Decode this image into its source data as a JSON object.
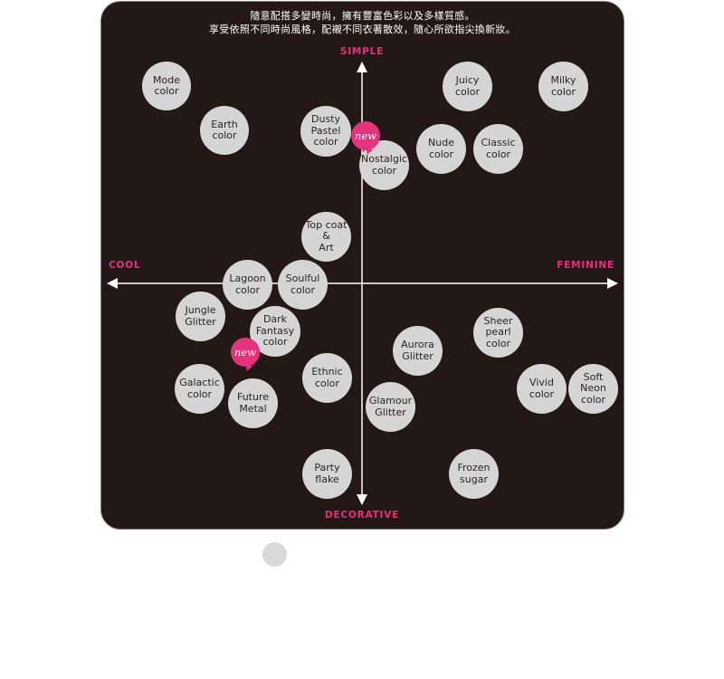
{
  "intro": {
    "line1": "隨意配搭多變時尚，擁有豐富色彩以及多樣質感。",
    "line2": "享受依照不同時尚風格，配襯不同衣著散效，隨心所欲指尖換新妝。"
  },
  "axes": {
    "top": "SIMPLE",
    "bottom": "DECORATIVE",
    "left": "COOL",
    "right": "FEMININE"
  },
  "colors": {
    "panel": "#231816",
    "accent": "#e4327c",
    "bubble": "#d5d5d5"
  },
  "bubbles": [
    {
      "id": "mode",
      "label": "Mode\ncolor"
    },
    {
      "id": "earth",
      "label": "Earth\ncolor"
    },
    {
      "id": "dusty-pastel",
      "label": "Dusty\nPastel\ncolor"
    },
    {
      "id": "nostalgic",
      "label": "Nostalgic\ncolor"
    },
    {
      "id": "juicy",
      "label": "Juicy\ncolor"
    },
    {
      "id": "milky",
      "label": "Milky\ncolor"
    },
    {
      "id": "nude",
      "label": "Nude\ncolor"
    },
    {
      "id": "classic",
      "label": "Classic\ncolor"
    },
    {
      "id": "top-coat-art",
      "label": "Top coat\n&\nArt"
    },
    {
      "id": "lagoon",
      "label": "Lagoon\ncolor"
    },
    {
      "id": "soulful",
      "label": "Soulful\ncolor"
    },
    {
      "id": "jungle-glitter",
      "label": "Jungle\nGlitter"
    },
    {
      "id": "dark-fantasy",
      "label": "Dark\nFantasy\ncolor"
    },
    {
      "id": "sheer-pearl",
      "label": "Sheer\npearl\ncolor"
    },
    {
      "id": "aurora-glitter",
      "label": "Aurora\nGlitter"
    },
    {
      "id": "galactic",
      "label": "Galactic\ncolor"
    },
    {
      "id": "future-metal",
      "label": "Future\nMetal"
    },
    {
      "id": "ethnic",
      "label": "Ethnic\ncolor"
    },
    {
      "id": "glamour-glitter",
      "label": "Glamour\nGlitter"
    },
    {
      "id": "vivid",
      "label": "Vivid\ncolor"
    },
    {
      "id": "soft-neon",
      "label": "Soft\nNeon\ncolor"
    },
    {
      "id": "party-flake",
      "label": "Party\nflake"
    },
    {
      "id": "frozen-sugar",
      "label": "Frozen\nsugar"
    }
  ],
  "badges": [
    {
      "id": "new-dusty",
      "label": "new"
    },
    {
      "id": "new-dark",
      "label": "new"
    }
  ]
}
